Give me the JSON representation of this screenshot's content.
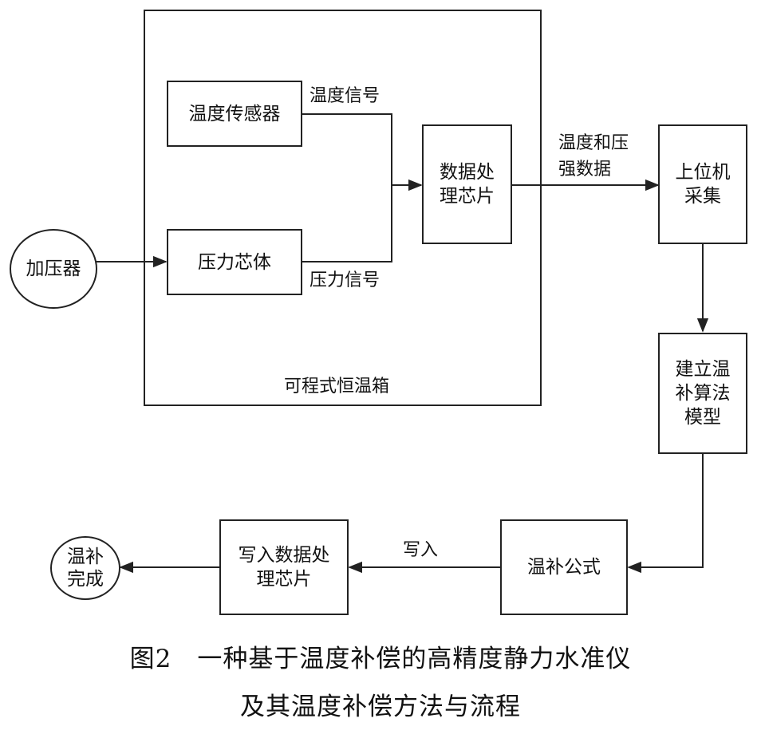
{
  "nodes": {
    "chamber": "可程式恒温箱",
    "temp_sensor": "温度传感器",
    "pressure_core": "压力芯体",
    "processor": "数据处\n理芯片",
    "pressurizer": "加压器",
    "host": "上位机\n采集",
    "model": "建立温\n补算法\n模型",
    "formula": "温补公式",
    "write_chip": "写入数据处\n理芯片",
    "done": "温补\n完成"
  },
  "edges": {
    "temp_signal": "温度信号",
    "pressure_signal": "压力信号",
    "temp_pressure_data": "温度和压\n强数据",
    "write": "写入"
  },
  "caption": {
    "line1": "图2　一种基于温度补偿的高精度静力水准仪",
    "line2": "及其温度补偿方法与流程"
  }
}
